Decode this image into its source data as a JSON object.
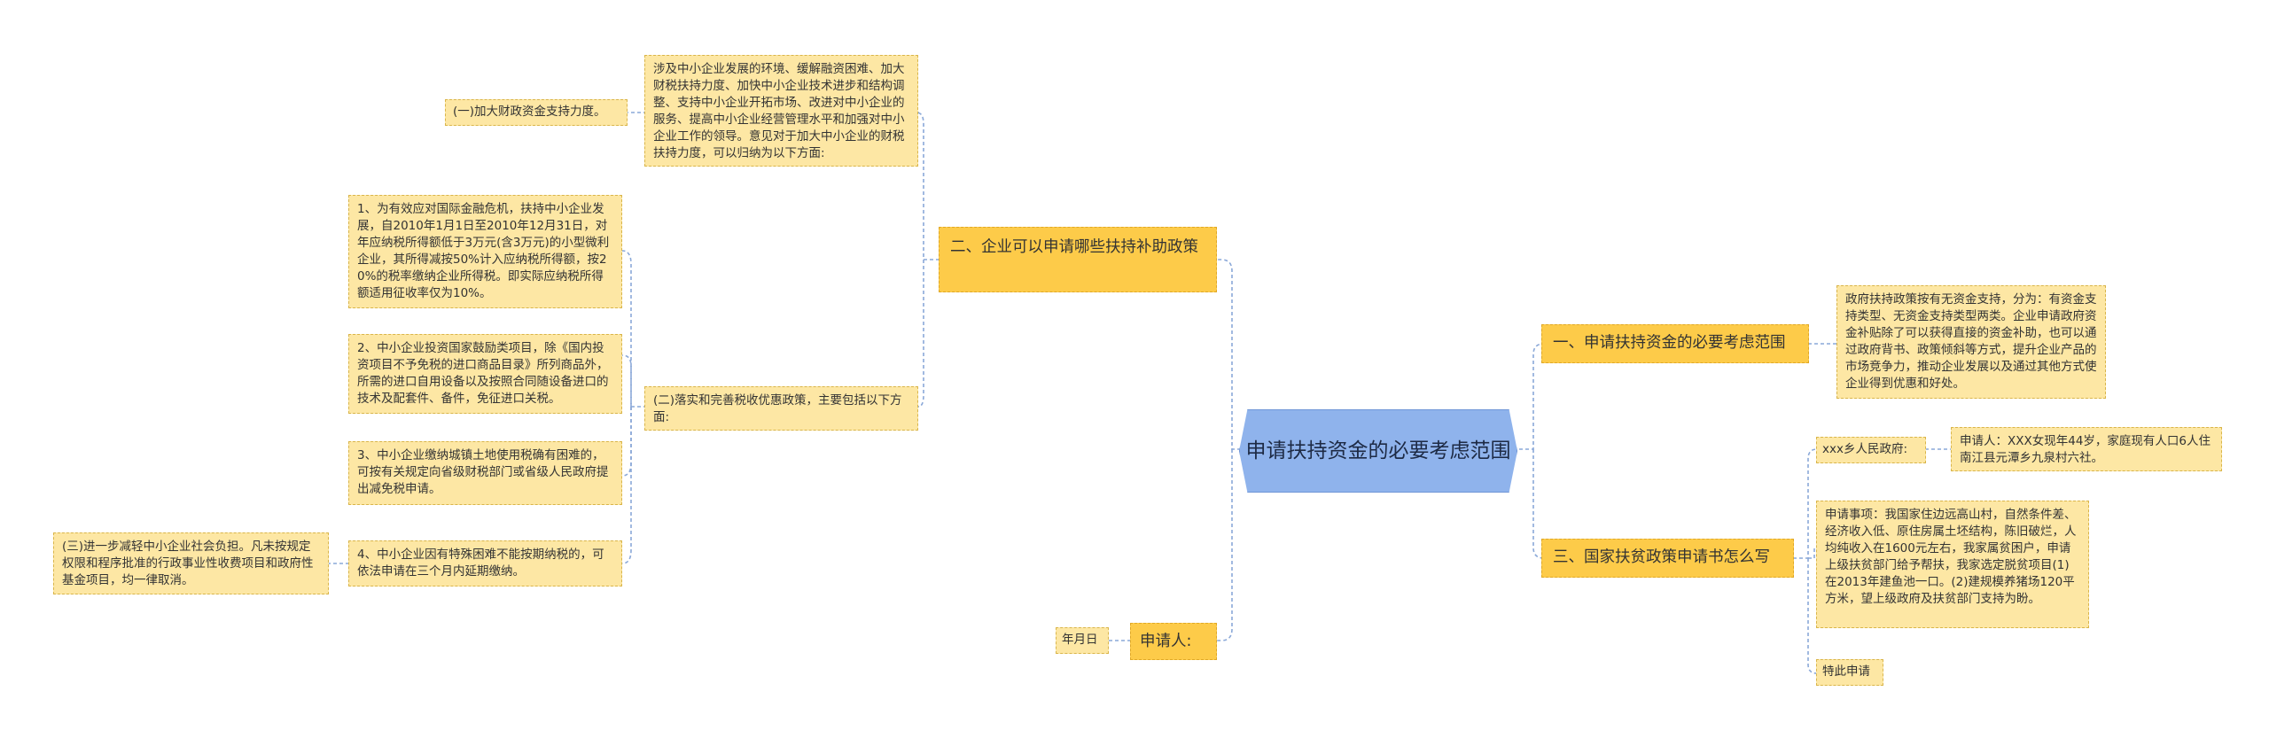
{
  "mindmap": {
    "root": "申请扶持资金的必要考虑范围",
    "left_branches": {
      "b2": {
        "title": "二、企业可以申请哪些扶持补助政策",
        "intro": "涉及中小企业发展的环境、缓解融资困难、加大财税扶持力度、加快中小企业技术进步和结构调整、支持中小企业开拓市场、改进对中小企业的服务、提高中小企业经营管理水平和加强对中小企业工作的领导。意见对于加大中小企业的财税扶持力度，可以归纳为以下方面:",
        "item1": "(一)加大财政资金支持力度。",
        "item2": "(二)落实和完善税收优惠政策，主要包括以下方面:",
        "sub1": "1、为有效应对国际金融危机，扶持中小企业发展，自2010年1月1日至2010年12月31日，对年应纳税所得额低于3万元(含3万元)的小型微利企业，其所得减按50%计入应纳税所得额，按20%的税率缴纳企业所得税。即实际应纳税所得额适用征收率仅为10%。",
        "sub2": "2、中小企业投资国家鼓励类项目，除《国内投资项目不予免税的进口商品目录》所列商品外，所需的进口自用设备以及按照合同随设备进口的技术及配套件、备件，免征进口关税。",
        "sub3": "3、中小企业缴纳城镇土地使用税确有困难的，可按有关规定向省级财税部门或省级人民政府提出减免税申请。",
        "sub4": "4、中小企业因有特殊困难不能按期纳税的，可依法申请在三个月内延期缴纳。",
        "item3": "(三)进一步减轻中小企业社会负担。凡未按规定权限和程序批准的行政事业性收费项目和政府性基金项目，均一律取消。"
      },
      "applicant": {
        "title": "申请人:",
        "date": "年月日"
      }
    },
    "right_branches": {
      "b1": {
        "title": "一、申请扶持资金的必要考虑范围",
        "detail": "政府扶持政策按有无资金支持，分为：有资金支持类型、无资金支持类型两类。企业申请政府资金补贴除了可以获得直接的资金补助，也可以通过政府背书、政策倾斜等方式，提升企业产品的市场竞争力，推动企业发展以及通过其他方式使企业得到优惠和好处。"
      },
      "b3": {
        "title": "三、国家扶贫政策申请书怎么写",
        "gov": "xxx乡人民政府:",
        "person": "申请人：XXX女现年44岁，家庭现有人口6人住南江县元潭乡九泉村六社。",
        "matter": "申请事项：我国家住边远高山村，自然条件差、经济收入低、原住房属土坯结构，陈旧破烂，人均纯收入在1600元左右，我家属贫困户，申请上级扶贫部门给予帮扶，我家选定脱贫项目(1)在2013年建鱼池一口。(2)建规模养猪场120平方米，望上级政府及扶贫部门支持为盼。",
        "closing": "特此申请"
      }
    },
    "colors": {
      "root_fill": "#8fb3ec",
      "branch_fill": "#fdcb49",
      "leaf_fill": "#fde7a4",
      "connector": "#8aa8d8"
    }
  }
}
